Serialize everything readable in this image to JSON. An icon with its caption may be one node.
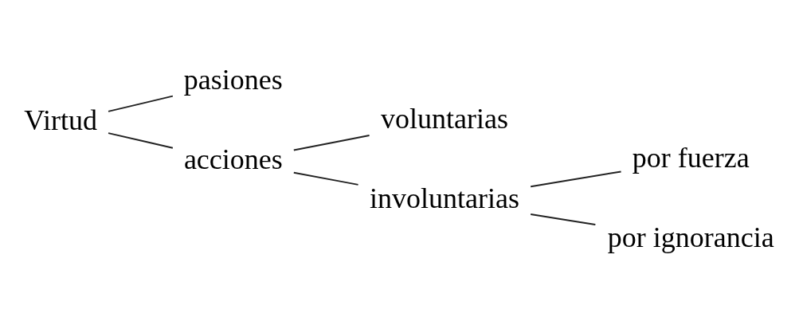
{
  "diagram": {
    "nodes": [
      {
        "text": [
          "Virtud"
        ]
      },
      {
        "text": [
          "pasiones"
        ]
      },
      {
        "text": [
          "acciones"
        ]
      },
      {
        "text": [
          "voluntarias"
        ]
      },
      {
        "text": [
          "involuntarias"
        ]
      },
      {
        "text": [
          "por fuerza"
        ]
      },
      {
        "text": [
          "por ignorancia"
        ]
      }
    ],
    "edges": [
      {
        "from": 0,
        "to": 1,
        "arrow": "none"
      },
      {
        "from": 0,
        "to": 2,
        "arrow": "none"
      },
      {
        "from": 2,
        "to": 3,
        "arrow": "none"
      },
      {
        "from": 2,
        "to": 4,
        "arrow": "none"
      },
      {
        "from": 4,
        "to": 5,
        "arrow": "none"
      },
      {
        "from": 4,
        "to": 6,
        "arrow": "none"
      }
    ]
  }
}
